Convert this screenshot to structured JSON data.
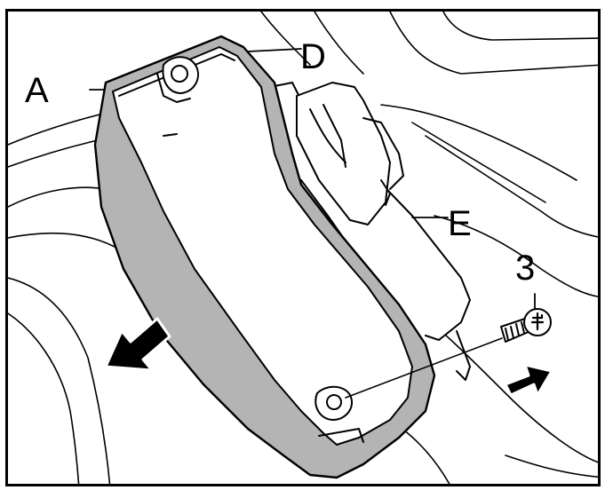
{
  "callouts": {
    "a": "A",
    "d": "D",
    "e": "E",
    "screw_number": "3"
  },
  "icons": {
    "left_arrow": "arrow-removal-direction",
    "right_arrow": "arrow-screw-direction"
  },
  "colors": {
    "line": "#000000",
    "cover_shade": "#b4b4b4",
    "background": "#ffffff"
  }
}
